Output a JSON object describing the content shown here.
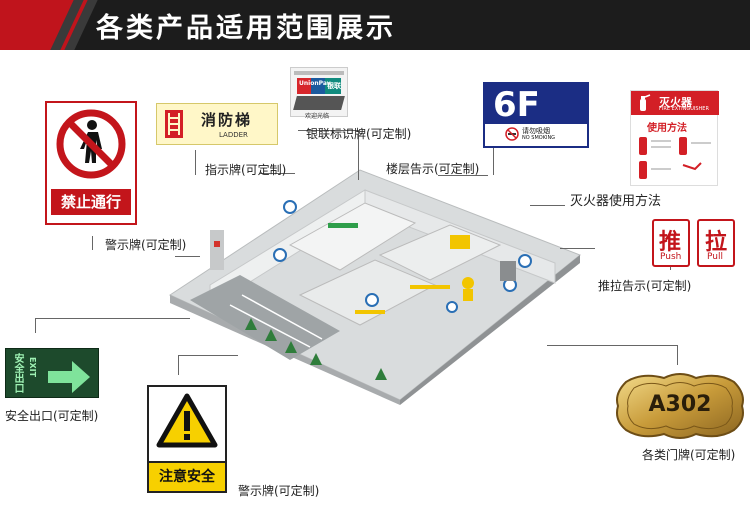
{
  "banner": {
    "title": "各类产品适用范围展示"
  },
  "signs": {
    "no_passage": {
      "text": "禁止通行"
    },
    "ladder": {
      "cn": "消防梯",
      "en": "LADDER"
    },
    "unionpay": {
      "brand": "UnionPay",
      "cn": "银联",
      "small": "欢迎光临"
    },
    "floor": {
      "number": "6F",
      "note_cn": "请勿吸烟",
      "note_en": "NO SMOKING"
    },
    "extinguisher": {
      "title": "灭火器",
      "subtitle": "FIRE EXTINGUISHER",
      "method": "使用方法"
    },
    "push": {
      "cn": "推",
      "en": "Push"
    },
    "pull": {
      "cn": "拉",
      "en": "Pull"
    },
    "exit": {
      "cn": "安全出口",
      "en": "EXIT"
    },
    "caution": {
      "text": "注意安全"
    },
    "door_plate": {
      "text": "A302"
    }
  },
  "captions": {
    "silver": "银联标识牌(可定制)",
    "direction": "指示牌(可定制)",
    "floor": "楼层告示(可定制)",
    "extinguisher": "灭火器使用方法",
    "warning_top": "警示牌(可定制)",
    "push_pull": "推拉告示(可定制)",
    "exit": "安全出口(可定制)",
    "warning_bottom": "警示牌(可定制)",
    "door": "各类门牌(可定制)"
  }
}
